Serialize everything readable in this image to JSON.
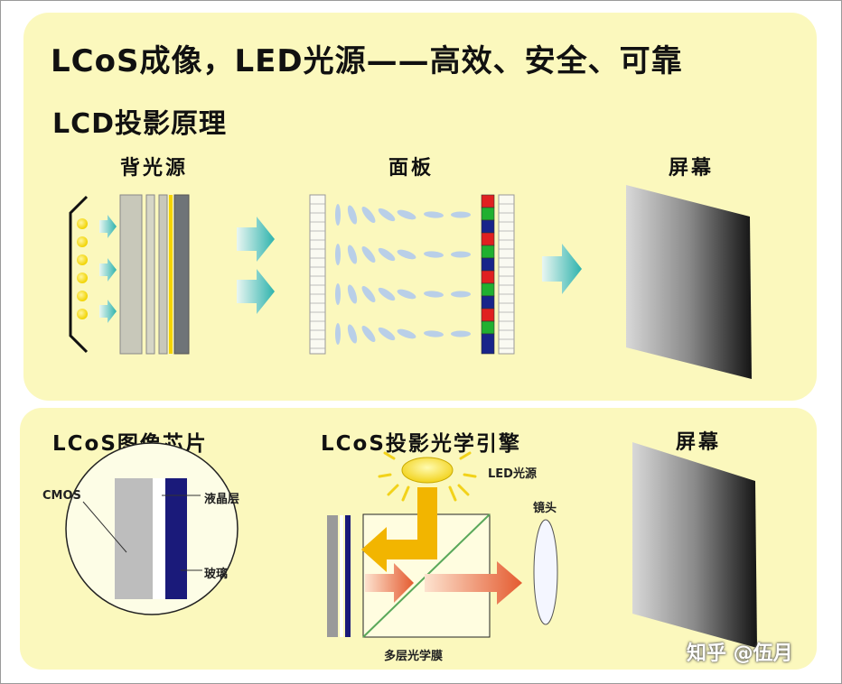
{
  "title": "LCoS成像，LED光源——高效、安全、可靠",
  "lcd_section": {
    "heading": "LCD投影原理",
    "backlight_label": "背光源",
    "panel_label": "面板",
    "screen_label": "屏幕"
  },
  "lcos_section": {
    "chip_heading": "LCoS图像芯片",
    "engine_heading": "LCoS投影光学引擎",
    "screen_label": "屏幕",
    "labels": {
      "cmos": "CMOS",
      "liquid_crystal": "液晶层",
      "glass": "玻璃",
      "led_source": "LED光源",
      "lens": "镜头",
      "film": "多层光学膜"
    }
  },
  "watermark": "知乎 @伍月",
  "colors": {
    "panel_bg": "#fbf8bd",
    "teal_arrow": "#3fb8b0",
    "orange_arrow": "#e8643a",
    "yellow_light": "#f0c000",
    "navy": "#1a1a7a"
  }
}
